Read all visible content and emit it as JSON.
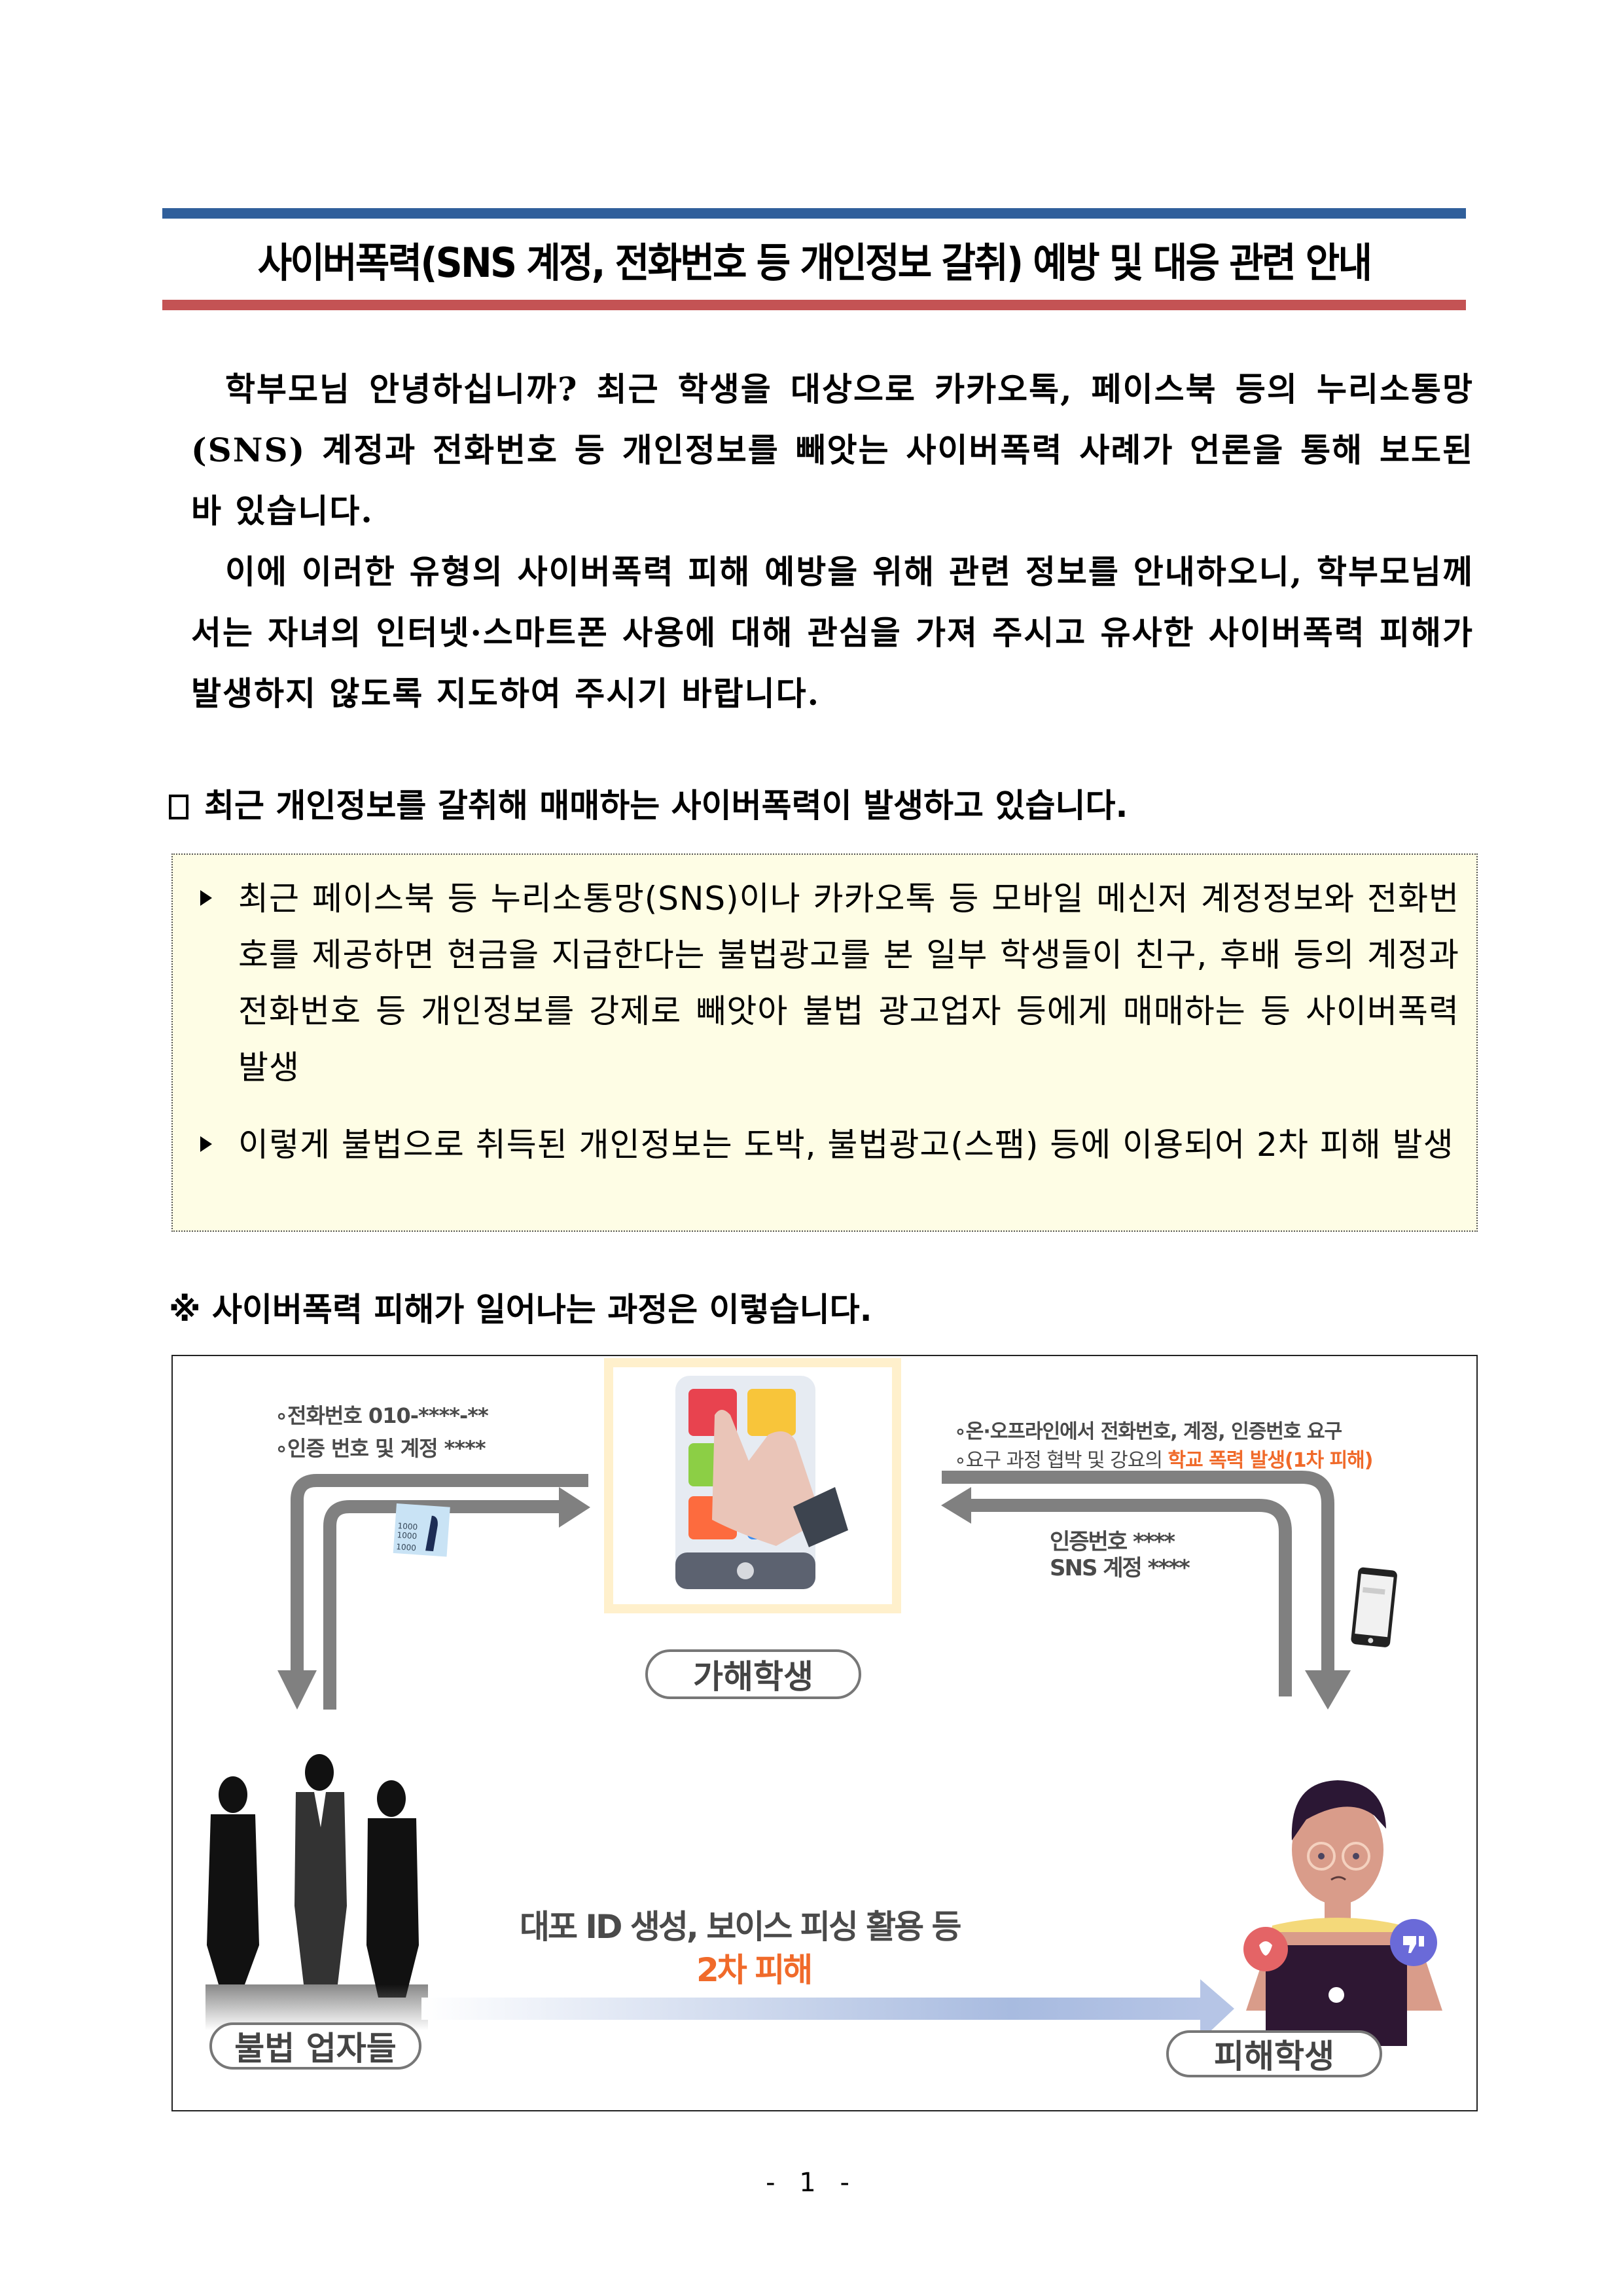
{
  "document": {
    "title": "사이버폭력(SNS 계정, 전화번호 등 개인정보 갈취) 예방 및 대응 관련 안내",
    "colors": {
      "title_rule_top": "#305f9b",
      "title_rule_bottom": "#c45354",
      "highlight_bg": "#fefde5",
      "accent_orange": "#f06a2a"
    },
    "intro": {
      "paragraph_1": "학부모님 안녕하십니까? 최근 학생을 대상으로 카카오톡, 페이스북 등의 누리소통망(SNS) 계정과 전화번호 등 개인정보를 빼앗는 사이버폭력 사례가 언론을 통해 보도된 바 있습니다.",
      "paragraph_2": "이에 이러한 유형의 사이버폭력 피해 예방을 위해 관련 정보를 안내하오니, 학부모님께서는 자녀의 인터넷·스마트폰 사용에 대해 관심을 가져 주시고 유사한 사이버폭력 피해가 발생하지 않도록 지도하여 주시기 바랍니다."
    },
    "section_1": {
      "marker": "□",
      "heading": "최근 개인정보를 갈취해 매매하는 사이버폭력이 발생하고 있습니다.",
      "bullets": [
        "최근 페이스북 등 누리소통망(SNS)이나 카카오톡 등 모바일 메신저 계정정보와 전화번호를 제공하면 현금을 지급한다는 불법광고를 본 일부 학생들이 친구, 후배 등의 계정과 전화번호 등 개인정보를 강제로 빼앗아 불법 광고업자 등에게 매매하는 등 사이버폭력 발생",
        "이렇게 불법으로 취득된 개인정보는 도박, 불법광고(스팸) 등에 이용되어 2차 피해 발생"
      ]
    },
    "section_2": {
      "heading": "※ 사이버폭력 피해가 일어나는 과정은 이렇습니다."
    },
    "diagram": {
      "left_top_items": [
        "∘전화번호 010-****-**",
        "∘인증 번호 및 계정 ****"
      ],
      "money_labels": [
        "1000",
        "1000",
        "1000"
      ],
      "right_top_items": {
        "line_1": "∘온·오프라인에서 전화번호, 계정, 인증번호 요구",
        "line_2_prefix": "∘요구 과정 협박 및 강요의 ",
        "line_2_highlight": "학교 폭력 발생(1차 피해)"
      },
      "phone_labels": [
        "인증번호 ****",
        "SNS 계정 ****"
      ],
      "perpetrator_label": "가해학생",
      "illegal_dealers_label": "불법 업자들",
      "victim_label": "피해학생",
      "secondary_damage": {
        "line_1": "대포 ID 생성, 보이스 피싱 활용 등",
        "line_2": "2차 피해"
      }
    },
    "page_number": "- 1 -"
  }
}
